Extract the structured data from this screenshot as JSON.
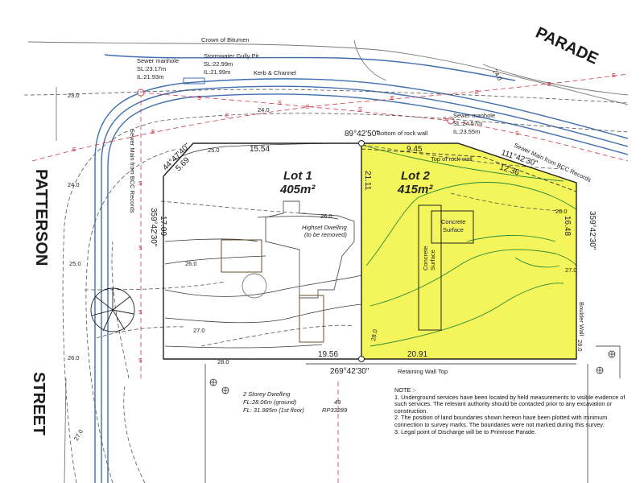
{
  "streets": {
    "parade": "PARADE",
    "patterson": "PATTERSON",
    "street": "STREET"
  },
  "road_labels": {
    "crown": "Crown of Bitumen",
    "kerb": "Kerb & Channel",
    "sewer_main_left": "Sewer Main from BCC Records",
    "sewer_main_right": "Sewer Main from BCC Records"
  },
  "manholes": {
    "left": {
      "title": "Sewer manhole",
      "sl": "SL:23.17m",
      "il": "IL:21.93m"
    },
    "gully": {
      "title": "Stormwater Gully Pit",
      "sl": "SL:22.99m",
      "il": "IL:21.99m"
    },
    "right": {
      "title": "Sewer manhole",
      "sl": "SL:24.57m",
      "il": "IL:23.55m"
    }
  },
  "lots": {
    "lot1": {
      "name": "Lot 1",
      "area": "405m²"
    },
    "lot2": {
      "name": "Lot 2",
      "area": "415m²"
    }
  },
  "bearings": {
    "top": "89°42'50\"",
    "bottom": "269°42'30\"",
    "left": "359°42'30\"",
    "right": "359°42'30\"",
    "diag_left": "44°47'40\"",
    "diag_right": "111°42'30\""
  },
  "dimensions": {
    "top_left": "15.54",
    "top_right": "9.45",
    "diag_right": "12.36",
    "diag_left": "5.69",
    "middle": "21.11",
    "left": "17.09",
    "right": "16.48",
    "bottom_left": "19.56",
    "bottom_right": "20.91"
  },
  "contours": {
    "c23": "23.0",
    "c24a": "24.0",
    "c24b": "24.0",
    "c24c": "24.0",
    "c25a": "25.0",
    "c25b": "25.0",
    "c26a": "26.0",
    "c26b": "26.0",
    "c26c": "26.0",
    "c26d": "26.0",
    "c27a": "27.0",
    "c27b": "27.0",
    "c27c": "27.0",
    "c28a": "28.0",
    "c28b": "28.0",
    "c28c": "28.0"
  },
  "features": {
    "rock_wall_bottom": "Bottom of rock wall",
    "rock_wall_top": "Top of rock wall",
    "dwelling_line1": "Highset Dwelling",
    "dwelling_line2": "(to be removed)",
    "concrete1": "Concrete",
    "concrete1b": "Surface",
    "concrete2": "Concrete",
    "concrete2b": "Surface",
    "boulder_wall": "Boulder Wall",
    "retaining_wall": "Retaining Wall Top"
  },
  "neighbour": {
    "line1": "2 Storey Dwelling",
    "line2": "FL:28.06m (ground)",
    "line3": "FL: 31.985m (1st floor)",
    "lot_no": "49",
    "plan": "RP33289"
  },
  "notes": {
    "heading": "NOTE :-",
    "n1": "1. Underground services have been located by field measurements to visible evidence of such services. The relevant authority should be contacted prior to any excavation or construction.",
    "n2": "2. The position of land boundaries shown hereon have been plotted with minimum connection to survey marks. The boundaries were not marked during this survey.",
    "n3": "3. Legal point of Discharge will be to Primrose Parade."
  },
  "colors": {
    "highlight": "#f3f55a",
    "road_blue": "#3f6fb0",
    "service_red": "#d2384a",
    "green_line": "#2a8a3a"
  }
}
